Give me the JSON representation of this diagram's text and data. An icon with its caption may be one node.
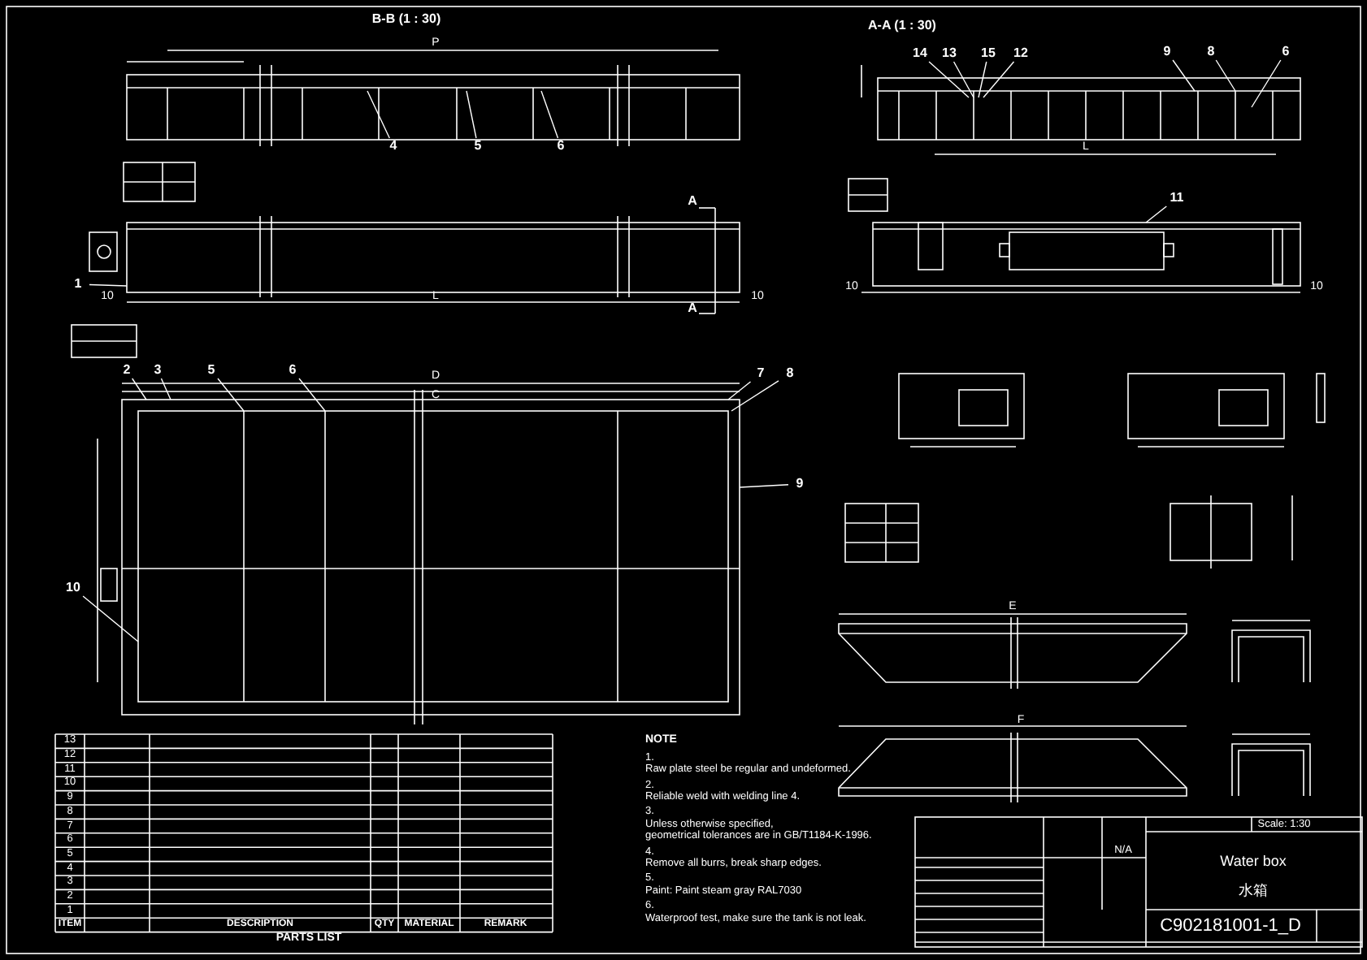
{
  "diagram": {
    "nodes": [
      {
        "text": [
          "4"
        ]
      },
      {
        "text": [
          "5"
        ]
      },
      {
        "text": [
          "6"
        ]
      },
      {
        "text": [
          "14"
        ]
      },
      {
        "text": [
          "13"
        ]
      },
      {
        "text": [
          "15"
        ]
      },
      {
        "text": [
          "12"
        ]
      },
      {
        "text": [
          "9"
        ]
      },
      {
        "text": [
          "8"
        ]
      },
      {
        "text": [
          "6"
        ]
      },
      {
        "text": [
          "11"
        ]
      },
      {
        "text": [
          "1"
        ]
      },
      {
        "text": [
          "2"
        ]
      },
      {
        "text": [
          "3"
        ]
      },
      {
        "text": [
          "5"
        ]
      },
      {
        "text": [
          "6"
        ]
      },
      {
        "text": [
          "7"
        ]
      },
      {
        "text": [
          "8"
        ]
      },
      {
        "text": [
          "9"
        ]
      },
      {
        "text": [
          "10"
        ]
      }
    ],
    "edges": [
      {
        "from": 0,
        "to": null,
        "arrow": "none"
      },
      {
        "from": 1,
        "to": null,
        "arrow": "none"
      },
      {
        "from": 2,
        "to": null,
        "arrow": "none"
      },
      {
        "from": 3,
        "to": null,
        "arrow": "none"
      },
      {
        "from": 4,
        "to": null,
        "arrow": "none"
      },
      {
        "from": 5,
        "to": null,
        "arrow": "none"
      },
      {
        "from": 6,
        "to": null,
        "arrow": "none"
      },
      {
        "from": 7,
        "to": null,
        "arrow": "none"
      },
      {
        "from": 8,
        "to": null,
        "arrow": "none"
      },
      {
        "from": 9,
        "to": null,
        "arrow": "none"
      },
      {
        "from": 10,
        "to": null,
        "arrow": "none"
      },
      {
        "from": 11,
        "to": null,
        "arrow": "none"
      },
      {
        "from": 12,
        "to": null,
        "arrow": "none"
      },
      {
        "from": 13,
        "to": null,
        "arrow": "none"
      },
      {
        "from": 14,
        "to": null,
        "arrow": "none"
      },
      {
        "from": 15,
        "to": null,
        "arrow": "none"
      },
      {
        "from": 16,
        "to": null,
        "arrow": "none"
      },
      {
        "from": 17,
        "to": null,
        "arrow": "none"
      },
      {
        "from": 18,
        "to": null,
        "arrow": "none"
      },
      {
        "from": 19,
        "to": null,
        "arrow": "none"
      }
    ],
    "labels": [
      "B-B (1 : 30)",
      "P",
      "10",
      "L",
      "10",
      "A",
      "A",
      "A-A (1 : 30)",
      "L",
      "10",
      "10",
      "D",
      "C",
      "E",
      "F",
      "NOTE",
      "1.",
      "Raw plate steel be regular and undeformed.",
      "2.",
      "Reliable weld with welding line 4.",
      "3.",
      "Unless otherwise specified,",
      "geometrical tolerances are in GB/T1184-K-1996.",
      "4.",
      "Remove all burrs, break sharp edges.",
      "5.",
      "Paint: Paint steam gray RAL7030",
      "6.",
      "Waterproof test, make sure the tank is not leak.",
      "13",
      "12",
      "11",
      "10",
      "9",
      "8",
      "7",
      "6",
      "5",
      "4",
      "3",
      "2",
      "1",
      "ITEM",
      "DESCRIPTION",
      "QTY",
      "MATERIAL",
      "REMARK",
      "PARTS LIST",
      "Scale: 1:30",
      "N/A",
      "Water box",
      "水箱",
      "C902181001-1_D"
    ]
  }
}
